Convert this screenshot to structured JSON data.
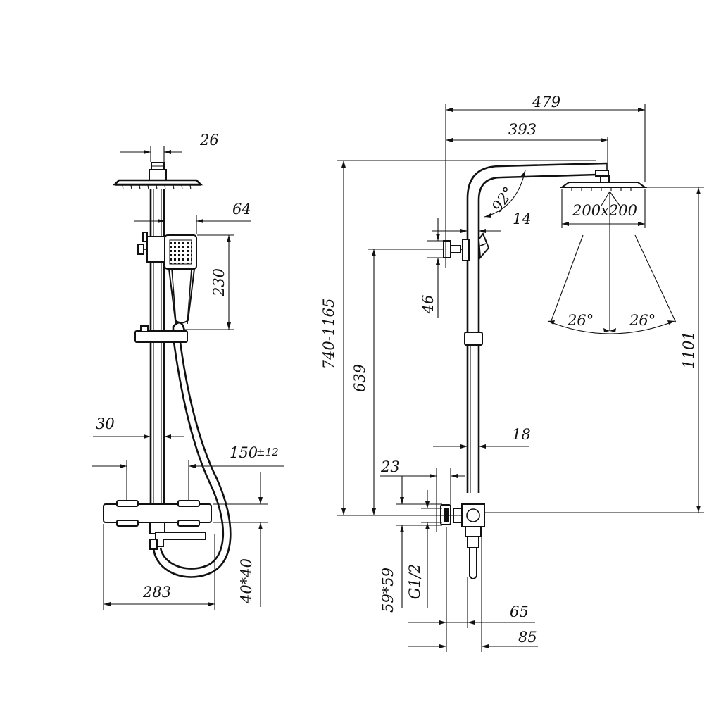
{
  "front_view": {
    "dim_top_pipe": "26",
    "dim_hand_shower_width": "64",
    "dim_hand_shower_height": "230",
    "dim_bar": "30",
    "dim_center_distance": "150",
    "dim_center_tolerance": "±12",
    "dim_body_width": "283",
    "dim_body_section": "40*40"
  },
  "side_view": {
    "dim_total_depth": "479",
    "dim_arm_length": "393",
    "dim_arm_angle": "92°",
    "dim_head_size": "200x200",
    "dim_pipe": "14",
    "dim_bracket": "46",
    "dim_height_adjust": "740-1165",
    "dim_mount_height": "639",
    "dim_head_height": "1101",
    "dim_spray_left": "26°",
    "dim_spray_right": "26°",
    "dim_bar_pipe": "18",
    "dim_inlet": "23",
    "dim_flange": "59*59",
    "dim_thread": "G1/2",
    "dim_offset_short": "65",
    "dim_offset_long": "85"
  }
}
